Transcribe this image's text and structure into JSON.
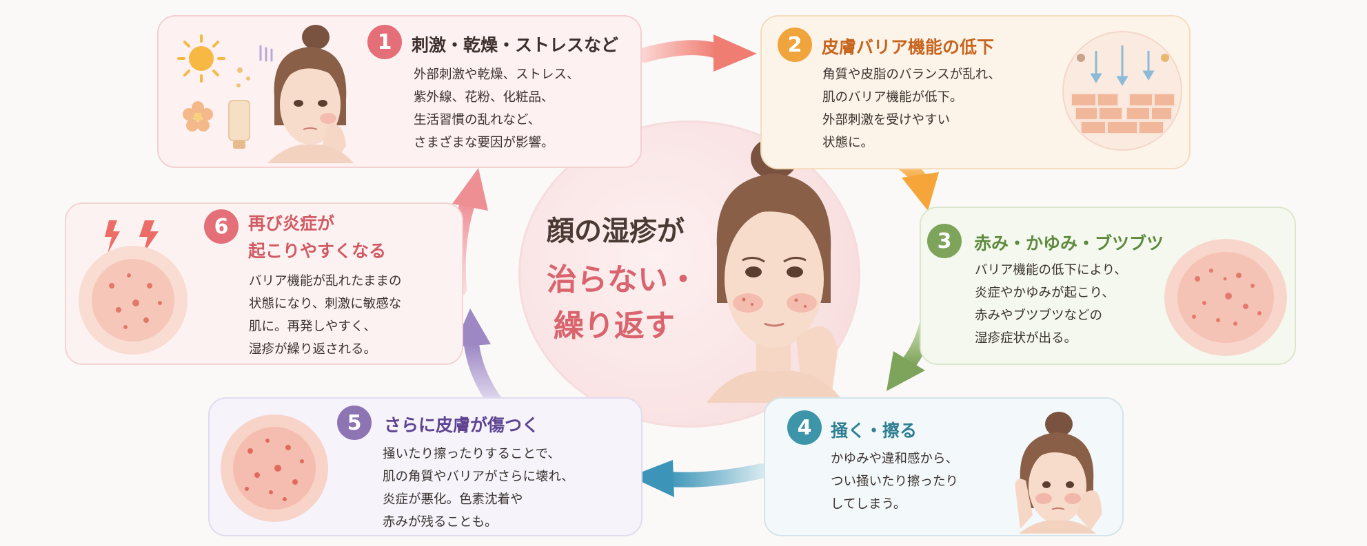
{
  "center": {
    "line1": "顔の湿疹が",
    "line2": "治らない・",
    "line3": "繰り返す"
  },
  "steps": [
    {
      "num": "1",
      "title": "刺激・乾燥・ストレスなど",
      "lines": [
        "外部刺激や乾燥、ストレス、",
        "紫外線、花粉、化粧品、",
        "生活習慣の乱れなど、",
        "さまざまな要因が影響。"
      ],
      "color": "#e56f78"
    },
    {
      "num": "2",
      "title": "皮膚バリア機能の低下",
      "lines": [
        "角質や皮脂のバランスが乱れ、",
        "肌のバリア機能が低下。",
        "外部刺激を受けやすい",
        "状態に。"
      ],
      "color": "#f0a43c"
    },
    {
      "num": "3",
      "title": "赤み・かゆみ・ブツブツ",
      "lines": [
        "バリア機能の低下により、",
        "炎症やかゆみが起こり、",
        "赤みやブツブツなどの",
        "湿疹症状が出る。"
      ],
      "color": "#7ea35a"
    },
    {
      "num": "4",
      "title": "掻く・擦る",
      "lines": [
        "かゆみや違和感から、",
        "つい掻いたり擦ったり",
        "してしまう。"
      ],
      "color": "#3c95a8"
    },
    {
      "num": "5",
      "title": "さらに皮膚が傷つく",
      "lines": [
        "掻いたり擦ったりすることで、",
        "肌の角質やバリアがさらに壊れ、",
        "炎症が悪化。色素沈着や",
        "赤みが残ることも。"
      ],
      "color": "#8d74b2"
    },
    {
      "num": "6",
      "title": "再び炎症が",
      "title2": "起こりやすくなる",
      "lines": [
        "バリア機能が乱れたままの",
        "状態になり、刺激に敏感な",
        "肌に。再発しやすく、",
        "湿疹が繰り返される。"
      ],
      "color": "#e56f78"
    }
  ],
  "colors": {
    "background": "#fbf9f8",
    "title_dark": "#4a3a34",
    "title_red": "#d9646d"
  },
  "icons": [
    "sun-icon",
    "flower-icon",
    "pollen-icon",
    "cream-tube-icon",
    "woman-worried-icon",
    "skin-barrier-icon",
    "rash-skin-icon",
    "lightning-icon",
    "woman-scratching-icon",
    "woman-center-icon"
  ]
}
